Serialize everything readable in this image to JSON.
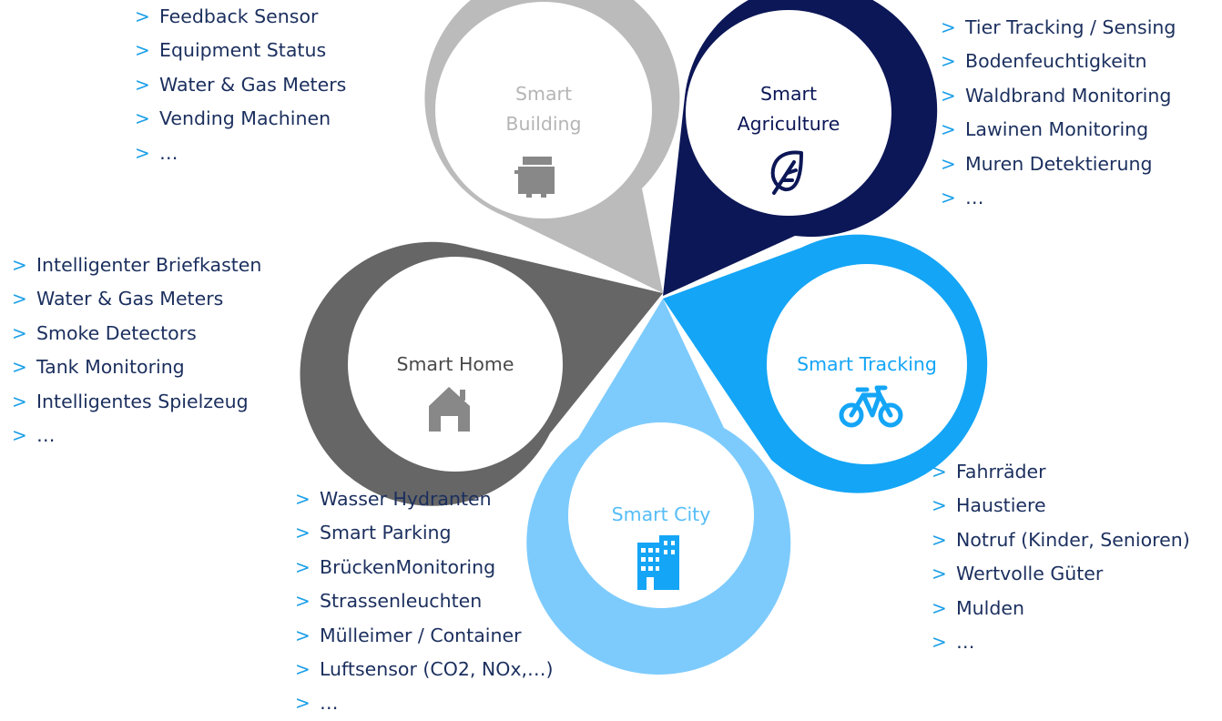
{
  "colors": {
    "building": "#bbbbbb",
    "agriculture": "#0c1757",
    "home": "#666666",
    "city": "#7dcbfd",
    "tracking": "#14a5f6",
    "list_text": "#1b2f5e",
    "chevron": "#1a9fe8"
  },
  "petals": {
    "building": {
      "title_line1": "Smart",
      "title_line2": "Building",
      "icon": "appliance-icon"
    },
    "agriculture": {
      "title_line1": "Smart",
      "title_line2": "Agriculture",
      "icon": "leaf-icon"
    },
    "home": {
      "title": "Smart Home",
      "icon": "house-icon"
    },
    "city": {
      "title": "Smart City",
      "icon": "office-building-icon"
    },
    "tracking": {
      "title": "Smart Tracking",
      "icon": "bicycle-icon"
    }
  },
  "chevron_glyph": ">",
  "lists": {
    "building": [
      "Feedback Sensor",
      "Equipment Status",
      "Water & Gas Meters",
      "Vending Machinen",
      "…"
    ],
    "agriculture": [
      "Tier Tracking / Sensing",
      "Bodenfeuchtigkeitn",
      "Waldbrand Monitoring",
      "Lawinen Monitoring",
      "Muren Detektierung",
      "…"
    ],
    "home": [
      "Intelligenter Briefkasten",
      "Water & Gas Meters",
      "Smoke Detectors",
      "Tank Monitoring",
      "Intelligentes Spielzeug",
      "…"
    ],
    "city": [
      "Wasser Hydranten",
      "Smart Parking",
      "BrückenMonitoring",
      "Strassenleuchten",
      "Mülleimer / Container",
      "Luftsensor (CO2, NOx,…)",
      "…"
    ],
    "tracking": [
      "Fahrräder",
      "Haustiere",
      "Notruf (Kinder, Senioren)",
      "Wertvolle Güter",
      "Mulden",
      "…"
    ]
  }
}
